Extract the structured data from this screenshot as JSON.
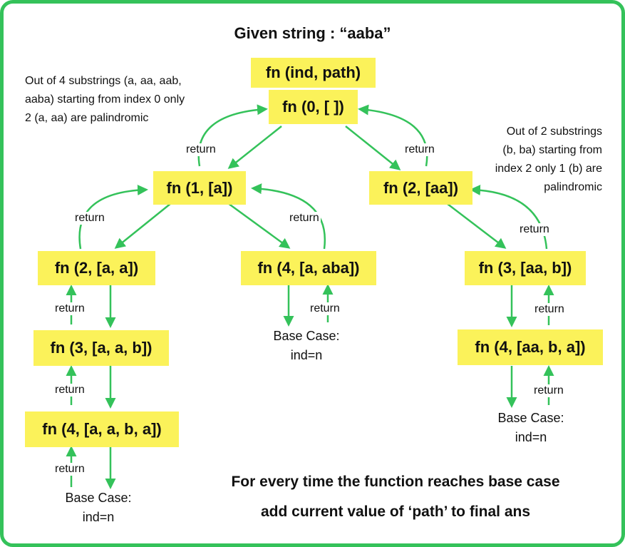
{
  "title": "Given string : “aaba”",
  "nodes": {
    "header": "fn (ind, path)",
    "root": "fn (0, [ ])",
    "n1": "fn (1, [a])",
    "n2": "fn (2, [aa])",
    "n3": "fn (2, [a, a])",
    "n4": "fn (4, [a, aba])",
    "n5": "fn (3, [aa, b])",
    "n6": "fn (3, [a, a, b])",
    "n7": "fn (4, [aa, b, a])",
    "n8": "fn (4, [a, a, b, a])"
  },
  "notes": {
    "left": [
      "Out of 4 substrings (a, aa, aab,",
      "aaba) starting from index 0 only",
      "2 (a, aa) are palindromic"
    ],
    "right": [
      "Out of 2 substrings",
      "(b, ba) starting from",
      "index 2 only 1 (b) are",
      "palindromic"
    ]
  },
  "return_label": "return",
  "base_case": {
    "line1": "Base Case:",
    "line2": "ind=n"
  },
  "footer": {
    "line1": "For every time the function reaches base case",
    "line2": "add current value of ‘path’ to final ans"
  },
  "colors": {
    "border": "#34c25a",
    "arrow": "#34c25a",
    "node_fill": "#fbf25a"
  }
}
